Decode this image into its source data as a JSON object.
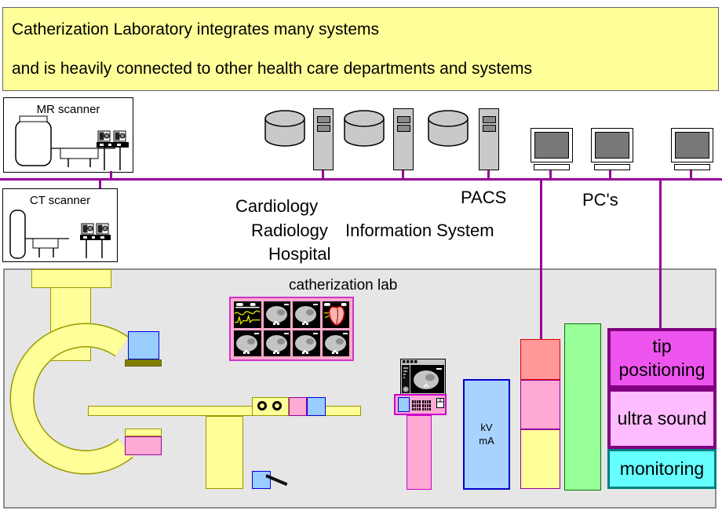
{
  "banner": {
    "line1": "Catherization Laboratory integrates many systems",
    "line2": "and is heavily connected to other health care departments and systems"
  },
  "scanners": {
    "mr_label": "MR scanner",
    "ct_label": "CT scanner"
  },
  "network": {
    "cardiology": "Cardiology",
    "radiology": "Radiology",
    "information_system": "Information System",
    "hospital": "Hospital",
    "pacs": "PACS",
    "pcs": "PC's"
  },
  "lab": {
    "title": "catherization lab",
    "generator_line1": "kV",
    "generator_line2": "mA",
    "modules": {
      "tip_positioning": "tip positioning",
      "ultrasound": "ultra sound",
      "monitoring": "monitoring"
    }
  },
  "icons": {
    "database": "database-cylinder-icon",
    "server": "server-tower-icon",
    "pc": "desktop-monitor-icon",
    "ecg": "ecg-waveform-icon",
    "heart": "heart-image-icon",
    "xray_image": "xray-image-icon",
    "knob": "control-knob-icon"
  },
  "colors": {
    "bus": "#990099",
    "banner_bg": "#FFFF99",
    "lab_bg": "#E6E6E6",
    "equipment_yellow": "#FFFF99",
    "equipment_pink": "#FFAAD4",
    "equipment_blue": "#99CCFF",
    "generator_blue": "#A8D3FF",
    "red_box": "#FF9999",
    "green_column": "#99FF99",
    "tip_positioning_bg": "#EE55EE",
    "ultrasound_bg": "#FFBBFF",
    "monitoring_bg": "#66FFFF"
  }
}
